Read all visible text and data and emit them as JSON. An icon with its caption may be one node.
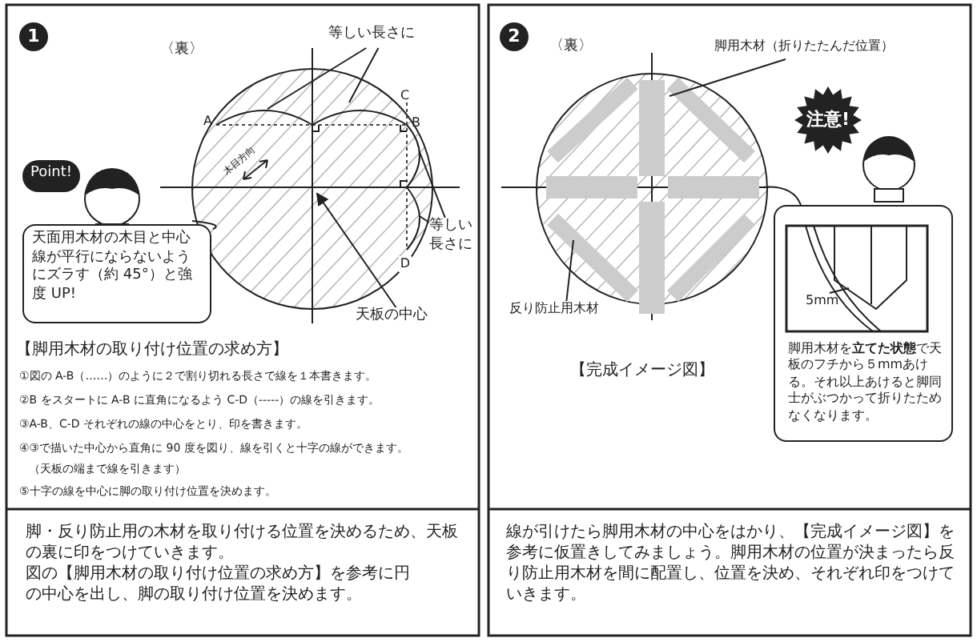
{
  "diagram": {
    "nodes": [
      {
        "text": [
          "等しい長さに"
        ]
      },
      {
        "text": [
          "等しい長さに"
        ]
      },
      {
        "text": [
          "天板の中心"
        ]
      },
      {
        "text": [
          "Point!"
        ]
      },
      {
        "text": [
          "天面用木材の木目と中心線が平行にならないようにズラす（約 45°）と強度 UP!"
        ]
      },
      {
        "text": [
          "脚用木材（折りたたんだ位置）"
        ]
      },
      {
        "text": [
          "注意!"
        ]
      },
      {
        "text": [
          "反り防止用木材"
        ]
      },
      {
        "text": [
          "脚用木材を**立てた状態**で天板のフチから５mmあける。それ以上あけると脚同士がぶつかって折りたためなくなります。"
        ]
      }
    ],
    "edges": [
      {
        "from": 0,
        "to": null,
        "arrow": "none"
      },
      {
        "from": 0,
        "to": null,
        "arrow": "none"
      },
      {
        "from": 1,
        "to": null,
        "arrow": "none"
      },
      {
        "from": 1,
        "to": null,
        "arrow": "none"
      },
      {
        "from": 2,
        "to": null,
        "arrow": "to"
      },
      {
        "from": 5,
        "to": null,
        "arrow": "none"
      },
      {
        "from": 7,
        "to": null,
        "arrow": "none"
      }
    ],
    "labels": [
      "1",
      "〈裏〉",
      "A",
      "C",
      "B",
      "木目方向",
      "D",
      "【脚用木材の取り付け位置の求め方】",
      "①図の A-B（……）のように２で割り切れる長さで線を１本書きます。",
      "②B をスタートに A-B に直角になるよう C-D（-----）の線を引きます。",
      "③A-B、C-D それぞれの線の中心をとり、印を書きます。",
      "④③で描いた中心から直角に 90 度を図り、線を引くと十字の線ができます。",
      "（天板の端まで線を引きます）",
      "⑤十字の線を中心に脚の取り付け位置を決めます。",
      "脚・反り防止用の木材を取り付ける位置を決めるため、天板の裏に印をつけていきます。",
      "図の【脚用木材の取り付け位置の求め方】を参考に円の中心を出し、脚の取り付け位置を決めます。",
      "2",
      "〈裏〉",
      "5mm",
      "【完成イメージ図】",
      "線が引けたら脚用木材の中心をはかり、【完成イメージ図】を参考に仮置きしてみましょう。脚用木材の位置が決まったら反り防止用木材を間に配置し、位置を決め、それぞれ印をつけていきます。"
    ]
  }
}
